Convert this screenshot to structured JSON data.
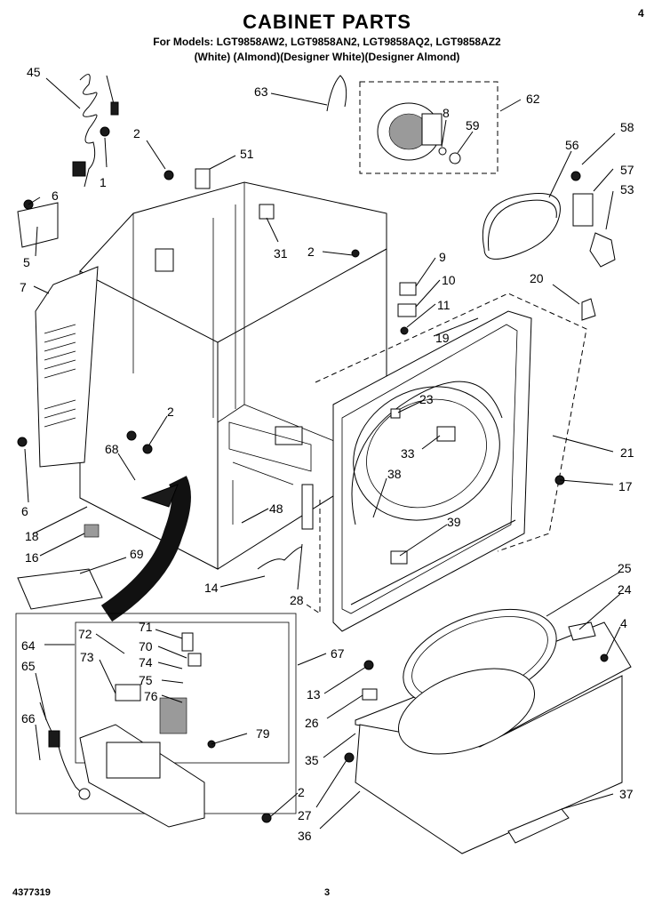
{
  "header": {
    "title": "CABINET PARTS",
    "models": "For Models: LGT9858AW2, LGT9858AN2, LGT9858AQ2, LGT9858AZ2",
    "colors": "(White)    (Almond)(Designer White)(Designer Almond)"
  },
  "corner_mark": "4",
  "footer": {
    "doc_number": "4377319",
    "page": "3"
  },
  "callouts": [
    "45",
    "1",
    "2",
    "51",
    "63",
    "8",
    "59",
    "62",
    "58",
    "56",
    "57",
    "53",
    "6",
    "5",
    "31",
    "2",
    "9",
    "10",
    "11",
    "7",
    "20",
    "19",
    "23",
    "33",
    "21",
    "2",
    "68",
    "6",
    "18",
    "16",
    "69",
    "48",
    "38",
    "39",
    "17",
    "14",
    "28",
    "25",
    "24",
    "4",
    "64",
    "72",
    "71",
    "70",
    "73",
    "74",
    "75",
    "76",
    "67",
    "65",
    "13",
    "79",
    "26",
    "66",
    "35",
    "2",
    "27",
    "36",
    "37"
  ]
}
